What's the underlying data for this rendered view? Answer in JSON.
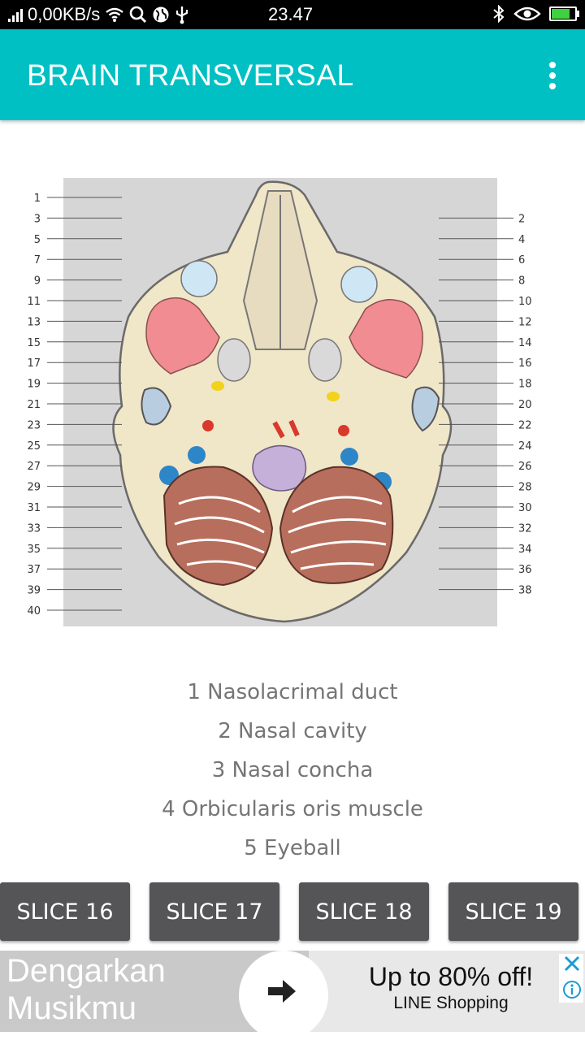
{
  "status_bar": {
    "network_speed": "0,00KB/s",
    "time": "23.47",
    "battery_level": 0.8
  },
  "app_bar": {
    "title": "BRAIN TRANSVERSAL",
    "menu_icon": "more-vert-icon"
  },
  "diagram": {
    "left_labels": [
      "1",
      "3",
      "5",
      "7",
      "9",
      "11",
      "13",
      "15",
      "17",
      "19",
      "21",
      "23",
      "25",
      "27",
      "29",
      "31",
      "33",
      "35",
      "37",
      "39",
      "40"
    ],
    "right_labels": [
      "2",
      "4",
      "6",
      "8",
      "10",
      "12",
      "14",
      "16",
      "18",
      "20",
      "22",
      "24",
      "26",
      "28",
      "30",
      "32",
      "34",
      "36",
      "38"
    ]
  },
  "legend": [
    "1 Nasolacrimal duct",
    "2 Nasal cavity",
    "3 Nasal concha",
    "4 Orbicularis oris muscle",
    "5 Eyeball"
  ],
  "slice_buttons": [
    "SLICE 16",
    "SLICE 17",
    "SLICE 18",
    "SLICE 19"
  ],
  "ad": {
    "headline": "Dengarkan Musikmu",
    "promo": "Up to 80% off!",
    "advertiser": "LINE Shopping",
    "arrow_icon": "arrow-right-icon",
    "close_icon": "close-icon",
    "info_icon": "info-icon"
  },
  "colors": {
    "app_bar": "#00c0c4",
    "button": "#555557",
    "legend_text": "#757575",
    "diagram_bg": "#d6d6d6"
  }
}
